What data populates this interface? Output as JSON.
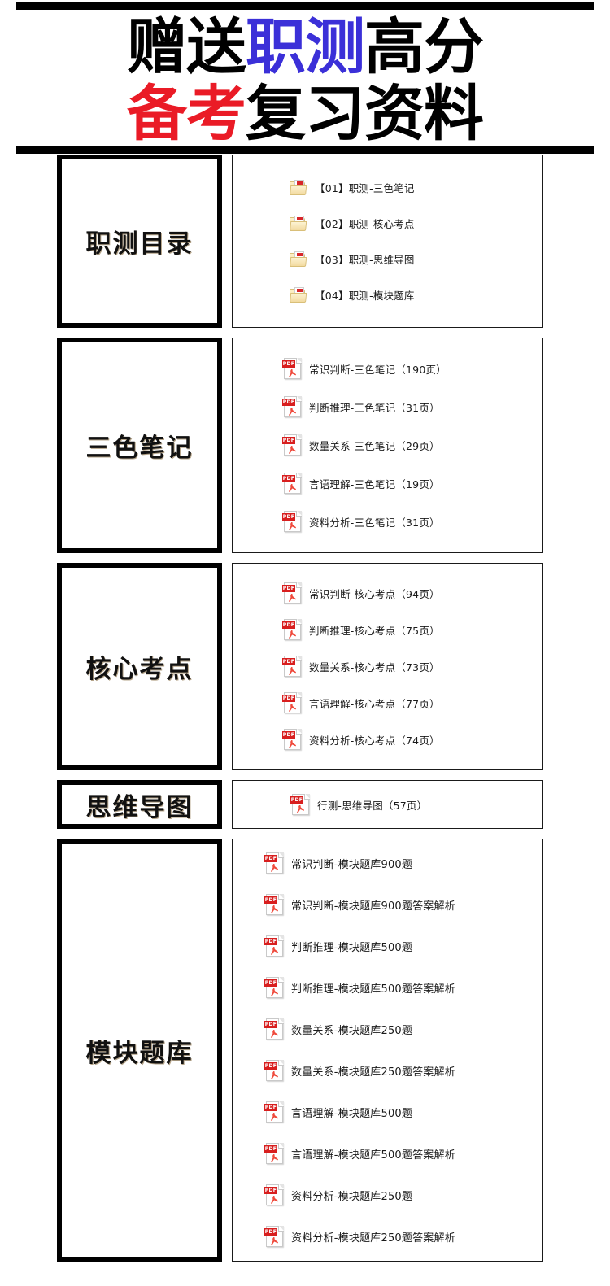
{
  "header": {
    "colors": {
      "blue": "#3b30d8",
      "red": "#ea1b26",
      "black": "#000000"
    },
    "line1": [
      {
        "text": "赠送",
        "color": "black"
      },
      {
        "text": "职测",
        "color": "blue"
      },
      {
        "text": "高分",
        "color": "black"
      }
    ],
    "line2": [
      {
        "text": "备考",
        "color": "red"
      },
      {
        "text": "复习资料",
        "color": "black"
      }
    ],
    "full_text": "赠送职测高分 备考复习资料"
  },
  "sections": [
    {
      "label": "职测目录",
      "icon": "folder-icon",
      "items": [
        {
          "text": "【01】职测-三色笔记"
        },
        {
          "text": "【02】职测-核心考点"
        },
        {
          "text": "【03】职测-思维导图"
        },
        {
          "text": "【04】职测-模块题库"
        }
      ]
    },
    {
      "label": "三色笔记",
      "icon": "pdf-icon",
      "items": [
        {
          "text": "常识判断-三色笔记（190页）"
        },
        {
          "text": "判断推理-三色笔记（31页）"
        },
        {
          "text": "数量关系-三色笔记（29页）"
        },
        {
          "text": "言语理解-三色笔记（19页）"
        },
        {
          "text": "资料分析-三色笔记（31页）"
        }
      ]
    },
    {
      "label": "核心考点",
      "icon": "pdf-icon",
      "items": [
        {
          "text": "常识判断-核心考点（94页）"
        },
        {
          "text": "判断推理-核心考点（75页）"
        },
        {
          "text": "数量关系-核心考点（73页）"
        },
        {
          "text": "言语理解-核心考点（77页）"
        },
        {
          "text": "资料分析-核心考点（74页）"
        }
      ]
    },
    {
      "label": "思维导图",
      "icon": "pdf-icon",
      "items": [
        {
          "text": "行测-思维导图（57页）"
        }
      ]
    },
    {
      "label": "模块题库",
      "icon": "pdf-icon",
      "items": [
        {
          "text": "常识判断-模块题库900题"
        },
        {
          "text": "常识判断-模块题库900题答案解析"
        },
        {
          "text": "判断推理-模块题库500题"
        },
        {
          "text": "判断推理-模块题库500题答案解析"
        },
        {
          "text": "数量关系-模块题库250题"
        },
        {
          "text": "数量关系-模块题库250题答案解析"
        },
        {
          "text": "言语理解-模块题库500题"
        },
        {
          "text": "言语理解-模块题库500题答案解析"
        },
        {
          "text": "资料分析-模块题库250题"
        },
        {
          "text": "资料分析-模块题库250题答案解析"
        }
      ]
    }
  ]
}
